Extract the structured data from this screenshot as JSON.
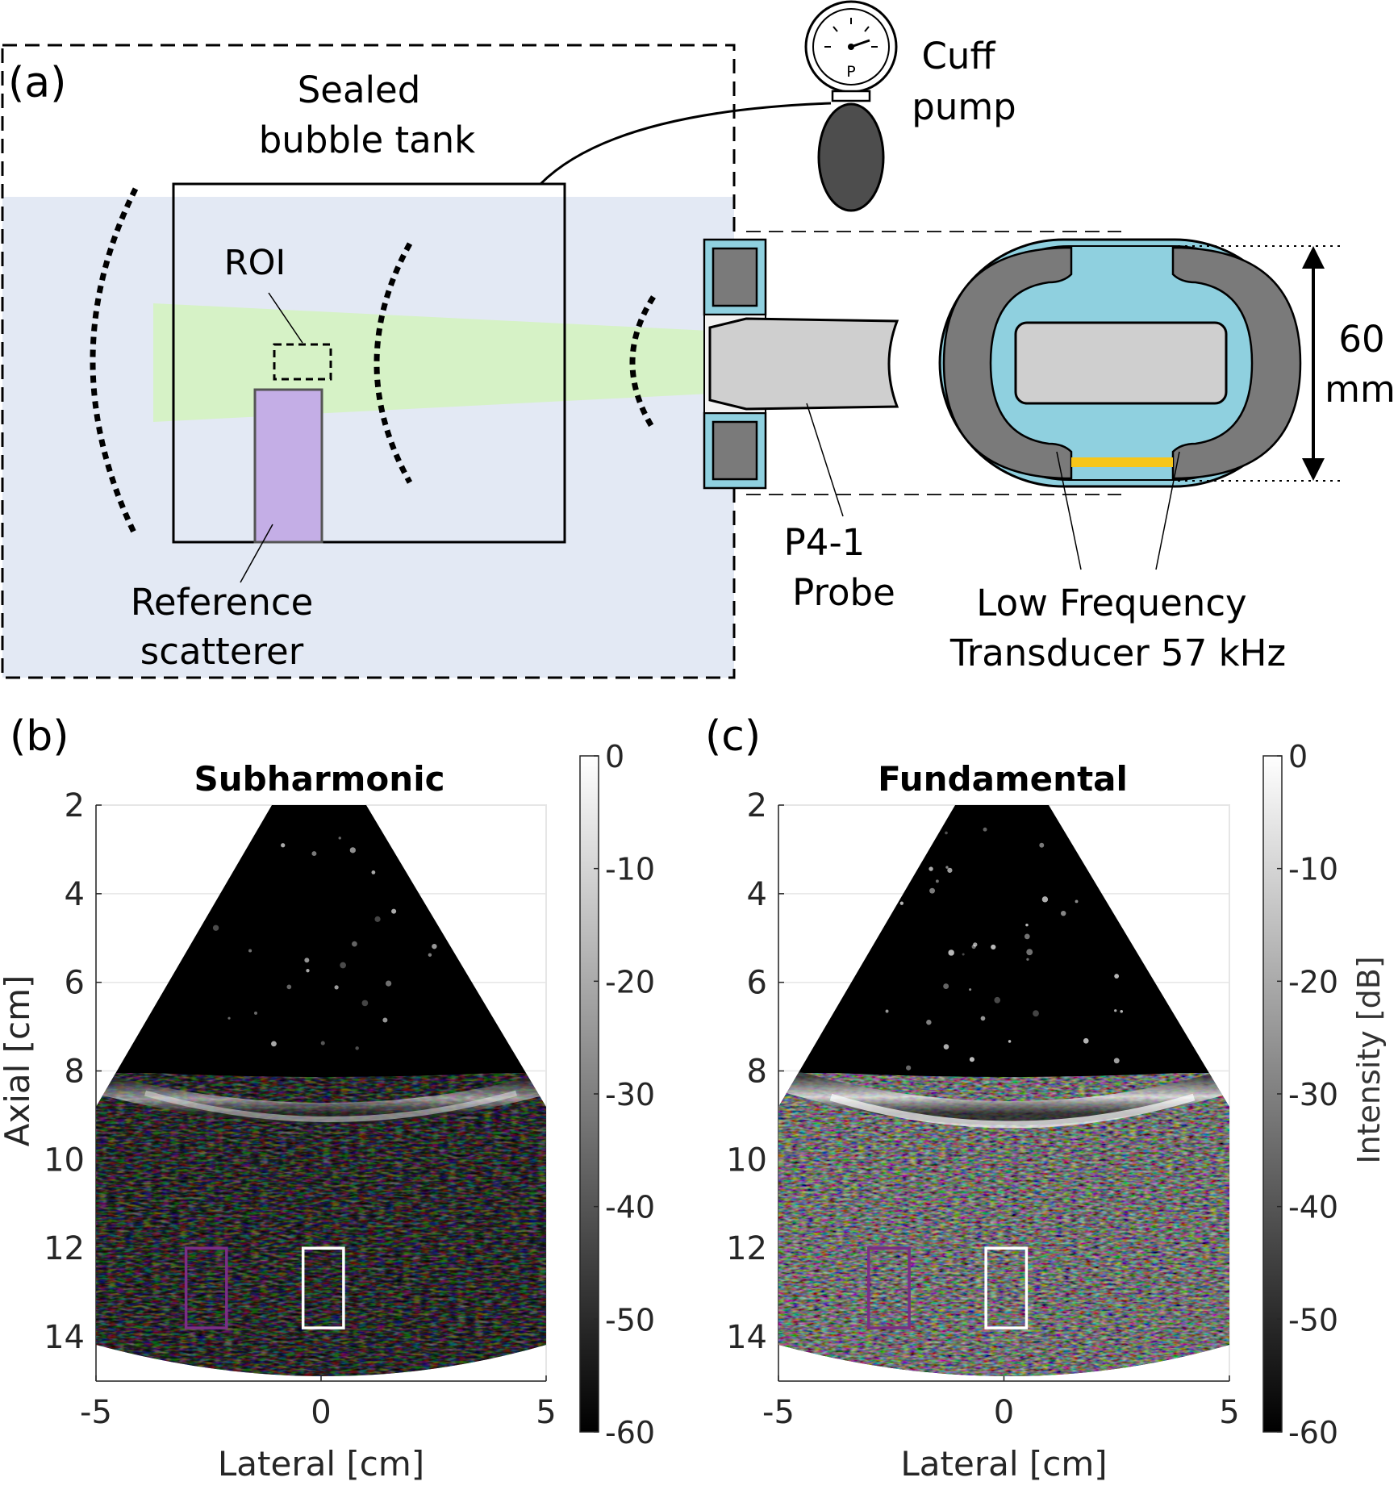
{
  "panel_a": {
    "label": "(a)",
    "tank_title_1": "Sealed",
    "tank_title_2": "bubble tank",
    "roi": "ROI",
    "scatterer_1": "Reference",
    "scatterer_2": "scatterer",
    "pump_1": "Cuff",
    "pump_2": "pump",
    "gauge_letter": "P",
    "probe_1": "P4-1",
    "probe_2": "Probe",
    "lf_1": "Low Frequency",
    "lf_2": "Transducer 57 kHz",
    "dim_1": "60",
    "dim_2": "mm",
    "colors": {
      "water": "#e3e9f4",
      "beam": "#d6f2c6",
      "scatterer": "#c4aee6",
      "housing_gray": "#7a7a7a",
      "probe_gray": "#cfcfcf",
      "cyan": "#8fd0df",
      "yellow": "#f7c61a",
      "pump_bulb": "#4d4d4d"
    }
  },
  "panel_b": {
    "label": "(b)",
    "title": "Subharmonic"
  },
  "panel_c": {
    "label": "(c)",
    "title": "Fundamental"
  },
  "colorbar": {
    "label": "Intensity [dB]"
  },
  "chart_data": [
    {
      "type": "heatmap",
      "title": "Subharmonic",
      "xlabel": "Lateral [cm]",
      "ylabel": "Axial [cm]",
      "xlim": [
        -5,
        5
      ],
      "ylim": [
        15,
        2
      ],
      "xticks": [
        -5,
        0,
        5
      ],
      "yticks": [
        2,
        4,
        6,
        8,
        10,
        12,
        14
      ],
      "colorbar_ticks": [
        0,
        -10,
        -20,
        -30,
        -40,
        -50,
        -60
      ],
      "colorbar_range": [
        -60,
        0
      ],
      "grid": true,
      "roi_boxes": [
        {
          "color": "#7a2e86",
          "x": [
            -3.0,
            -2.1
          ],
          "y": [
            12.0,
            13.8
          ]
        },
        {
          "color": "#ffffff",
          "x": [
            -0.4,
            0.5
          ],
          "y": [
            12.0,
            13.8
          ]
        }
      ]
    },
    {
      "type": "heatmap",
      "title": "Fundamental",
      "xlabel": "Lateral [cm]",
      "ylabel": "",
      "xlim": [
        -5,
        5
      ],
      "ylim": [
        15,
        2
      ],
      "xticks": [
        -5,
        0,
        5
      ],
      "yticks": [
        2,
        4,
        6,
        8,
        10,
        12,
        14
      ],
      "colorbar_ticks": [
        0,
        -10,
        -20,
        -30,
        -40,
        -50,
        -60
      ],
      "colorbar_range": [
        -60,
        0
      ],
      "colorbar_label": "Intensity [dB]",
      "grid": true,
      "roi_boxes": [
        {
          "color": "#7a2e86",
          "x": [
            -3.0,
            -2.1
          ],
          "y": [
            12.0,
            13.8
          ]
        },
        {
          "color": "#ffffff",
          "x": [
            -0.4,
            0.5
          ],
          "y": [
            12.0,
            13.8
          ]
        }
      ]
    }
  ]
}
